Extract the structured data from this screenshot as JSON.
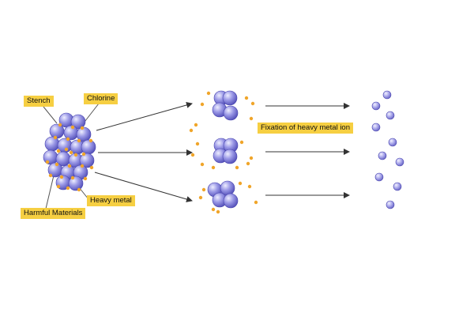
{
  "labels": {
    "stench": "Stench",
    "chlorine": "Chlorine",
    "heavy_metal": "Heavy metal",
    "harmful_materials": "Harmful Materials",
    "fixation": "Fixation of heavy metal ion"
  },
  "colors": {
    "sphere_fill": "#7b79d8",
    "sphere_highlight": "#e8e6ff",
    "sphere_edge": "#4a46b0",
    "particle": "#f0a52a",
    "label_bg": "#f6cf42",
    "arrow": "#333333"
  }
}
